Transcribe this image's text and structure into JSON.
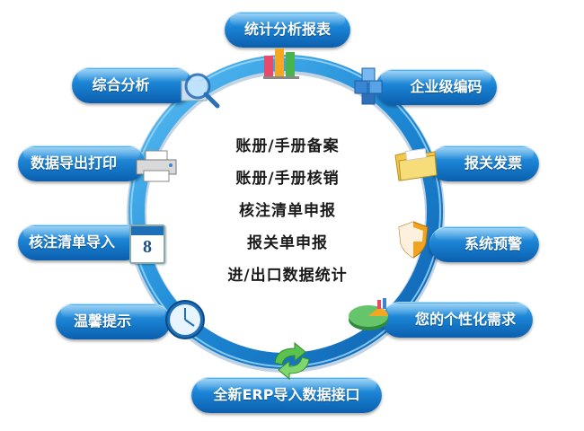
{
  "center_items": [
    "账册/手册备案",
    "账册/手册核销",
    "核注清单申报",
    "报关单申报",
    "进/出口数据统计"
  ],
  "nodes": {
    "top": "统计分析报表",
    "enterprise_coding": "企业级编码",
    "declaration_invoice": "报关发票",
    "system_alert": "系统预警",
    "personalized_needs": "您的个性化需求",
    "erp_import": "全新ERP导入数据接口",
    "warm_tips": "温馨提示",
    "checklist_import": "核注清单导入",
    "data_export_print": "数据导出打印",
    "comprehensive_analysis": "综合分析"
  },
  "calendar_day": "8",
  "colors": {
    "ring": "#1e8ad6",
    "node_top": "#4fb2f0",
    "node_bottom": "#0b5fae"
  }
}
